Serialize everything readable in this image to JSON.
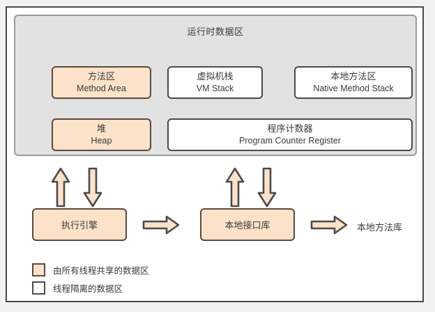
{
  "diagram": {
    "title": "运行时数据区",
    "runtime_areas": [
      {
        "cn": "方法区",
        "en": "Method Area",
        "kind": "shared"
      },
      {
        "cn": "虚拟机栈",
        "en": "VM Stack",
        "kind": "isolated"
      },
      {
        "cn": "本地方法区",
        "en": "Native Method Stack",
        "kind": "isolated"
      },
      {
        "cn": "堆",
        "en": "Heap",
        "kind": "shared"
      },
      {
        "cn": "程序计数器",
        "en": "Program Counter Register",
        "kind": "isolated"
      }
    ],
    "process_boxes": [
      {
        "cn": "执行引擎"
      },
      {
        "cn": "本地接口库"
      }
    ],
    "plain_labels": [
      {
        "cn": "本地方法库"
      }
    ],
    "legend": [
      {
        "swatch": "shared",
        "text": "由所有线程共享的数据区"
      },
      {
        "swatch": "isolated",
        "text": "线程隔离的数据区"
      }
    ],
    "colors": {
      "shared_fill": "#fbe2c8",
      "shared_stroke": "#5b4a3d",
      "isolated_fill": "#ffffff",
      "isolated_stroke": "#4a4a4a",
      "panel_fill": "#e2e2e2",
      "panel_stroke": "#9a9a9a",
      "page_fill": "#ffffff",
      "page_stroke": "#4a4a4a",
      "background": "#f2f2f2",
      "text": "#3a3a3a"
    }
  }
}
